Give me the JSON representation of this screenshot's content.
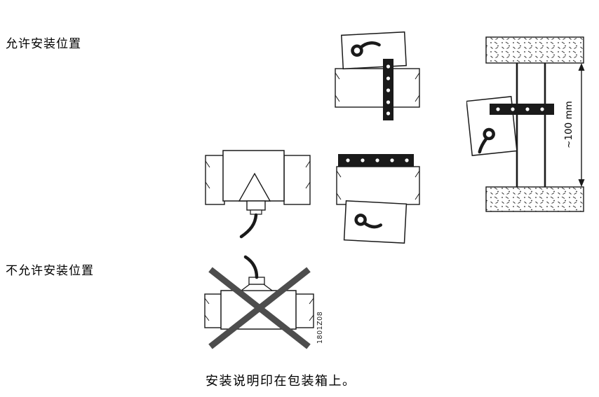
{
  "labels": {
    "permitted": "允许安装位置",
    "not_permitted": "不允许安装位置"
  },
  "figures": {
    "wall_mount": {
      "dimension_label": "~100 mm"
    },
    "code": "1801Z08"
  },
  "caption": "安装说明印在包装箱上。",
  "colors": {
    "line": "#1a1a1a",
    "cross_out": "#4d4d4d",
    "background": "#ffffff"
  }
}
